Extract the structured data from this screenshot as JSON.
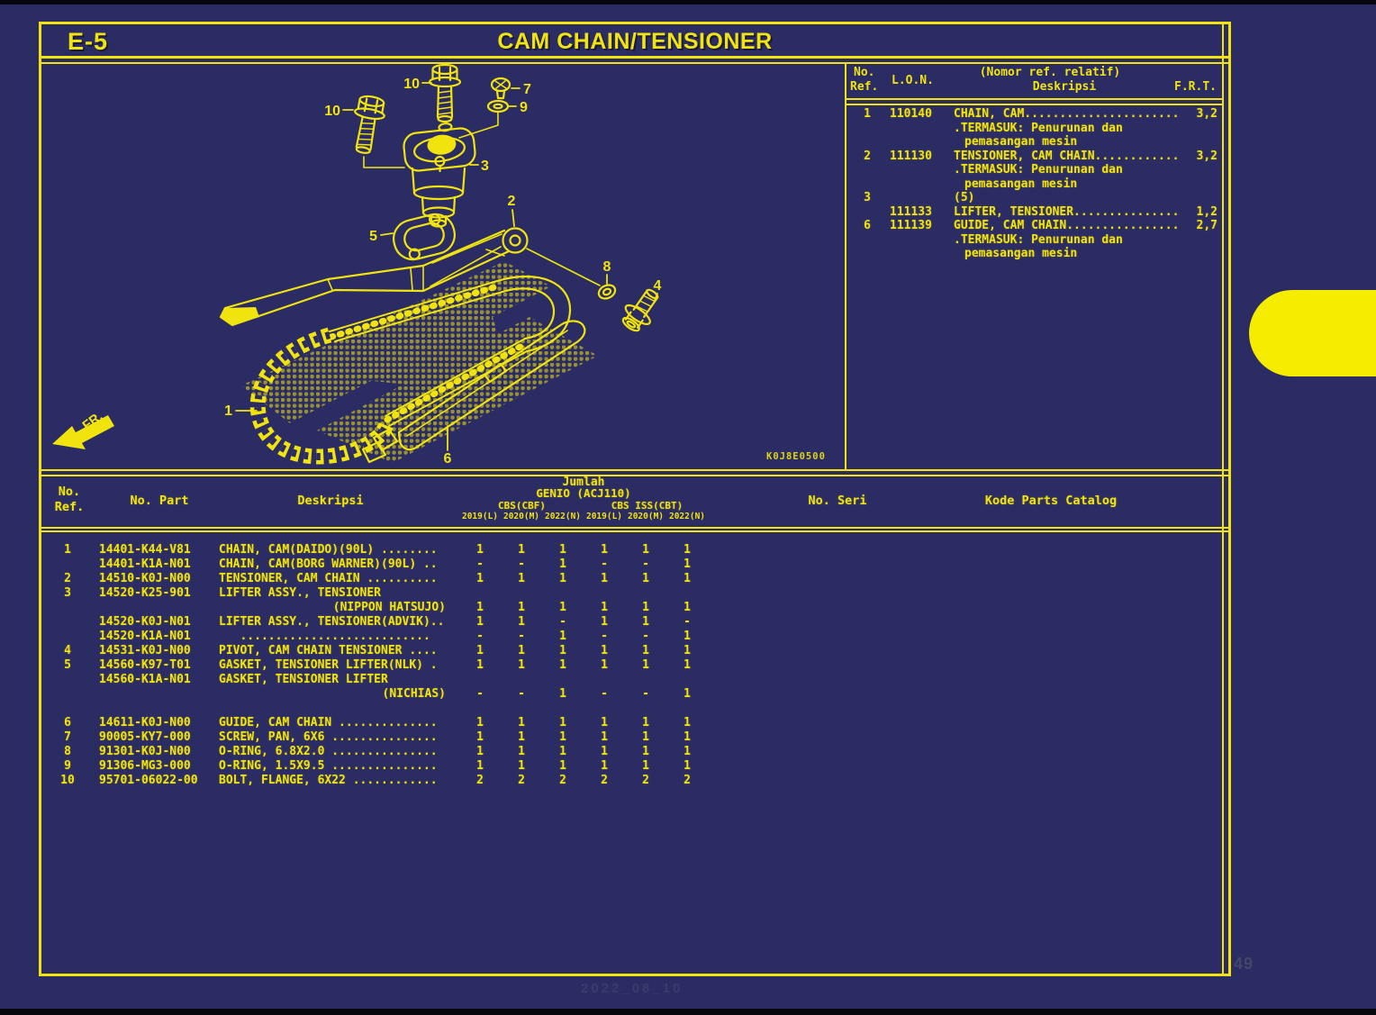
{
  "window": {
    "title_code": "E-5",
    "title": "CAM CHAIN/TENSIONER",
    "page_number": "49",
    "footer_watermark": "2022_08_10"
  },
  "colors": {
    "background": "#2b2c63",
    "line_yellow": "#f1e40e",
    "pill_yellow": "#f6ec00"
  },
  "diagram": {
    "code": "K0J8E0500",
    "fr_label": "FR.",
    "labels": {
      "bolt10_top": "10",
      "screw7": "7",
      "washer9": "9",
      "bolt10_left": "10",
      "lifter3": "3",
      "arm2": "2",
      "gasket5": "5",
      "oring8": "8",
      "bolt4": "4",
      "chain1": "1",
      "guide6": "6"
    }
  },
  "ref_table": {
    "header": {
      "no": "No.",
      "ref": "Ref.",
      "lon": "L.O.N.",
      "relative_note": "(Nomor ref. relatif)",
      "deskripsi": "Deskripsi",
      "frt": "F.R.T."
    },
    "rows": [
      {
        "ref": "1",
        "lon": "110140",
        "desc": "CHAIN, CAM......................",
        "frt": "3,2",
        "notes": [
          ".TERMASUK: Penurunan dan",
          "pemasangan mesin"
        ]
      },
      {
        "ref": "2",
        "lon": "111130",
        "desc": "TENSIONER, CAM CHAIN............",
        "frt": "3,2",
        "notes": [
          ".TERMASUK: Penurunan dan",
          "pemasangan mesin"
        ]
      },
      {
        "ref": "3",
        "lon": "",
        "desc": "(5)",
        "frt": "",
        "notes": []
      },
      {
        "ref": "",
        "lon": "111133",
        "desc": "LIFTER, TENSIONER...............",
        "frt": "1,2",
        "notes": []
      },
      {
        "ref": "6",
        "lon": "111139",
        "desc": "GUIDE, CAM CHAIN................",
        "frt": "2,7",
        "notes": [
          ".TERMASUK: Penurunan dan",
          "pemasangan mesin"
        ]
      }
    ]
  },
  "parts_table": {
    "header": {
      "no": "No.",
      "ref": "Ref.",
      "part": "No. Part",
      "deskripsi": "Deskripsi",
      "jumlah": "Jumlah",
      "model": "GENIO (ACJ110)",
      "group1": "CBS(CBF)",
      "group2": "CBS ISS(CBT)",
      "years": [
        "2019(L)",
        "2020(M)",
        "2022(N)",
        "2019(L)",
        "2020(M)",
        "2022(N)"
      ],
      "serial": "No. Seri",
      "catalog": "Kode Parts Catalog"
    },
    "rows": [
      {
        "ref": "1",
        "part": "14401-K44-V81",
        "desc": "CHAIN, CAM(DAIDO)(90L) ........",
        "qty": [
          "1",
          "1",
          "1",
          "1",
          "1",
          "1"
        ]
      },
      {
        "ref": "",
        "part": "14401-K1A-N01",
        "desc": "CHAIN, CAM(BORG WARNER)(90L) ..",
        "qty": [
          "-",
          "-",
          "1",
          "-",
          "-",
          "1"
        ]
      },
      {
        "ref": "2",
        "part": "14510-K0J-N00",
        "desc": "TENSIONER, CAM CHAIN ..........",
        "qty": [
          "1",
          "1",
          "1",
          "1",
          "1",
          "1"
        ]
      },
      {
        "ref": "3",
        "part": "14520-K25-901",
        "desc": "LIFTER ASSY., TENSIONER",
        "desc2": "(NIPPON HATSUJO)",
        "qty": [
          "1",
          "1",
          "1",
          "1",
          "1",
          "1"
        ]
      },
      {
        "ref": "",
        "part": "14520-K0J-N01",
        "desc": "LIFTER ASSY., TENSIONER(ADVIK)..",
        "qty": [
          "1",
          "1",
          "-",
          "1",
          "1",
          "-"
        ]
      },
      {
        "ref": "",
        "part": "14520-K1A-N01",
        "desc": "   ...........................",
        "qty": [
          "-",
          "-",
          "1",
          "-",
          "-",
          "1"
        ]
      },
      {
        "ref": "4",
        "part": "14531-K0J-N00",
        "desc": "PIVOT, CAM CHAIN TENSIONER ....",
        "qty": [
          "1",
          "1",
          "1",
          "1",
          "1",
          "1"
        ]
      },
      {
        "ref": "5",
        "part": "14560-K97-T01",
        "desc": "GASKET, TENSIONER LIFTER(NLK) .",
        "qty": [
          "1",
          "1",
          "1",
          "1",
          "1",
          "1"
        ]
      },
      {
        "ref": "",
        "part": "14560-K1A-N01",
        "desc": "GASKET, TENSIONER LIFTER",
        "desc2": "(NICHIAS)",
        "qty": [
          "-",
          "-",
          "1",
          "-",
          "-",
          "1"
        ],
        "gap_after": true
      },
      {
        "ref": "6",
        "part": "14611-K0J-N00",
        "desc": "GUIDE, CAM CHAIN ..............",
        "qty": [
          "1",
          "1",
          "1",
          "1",
          "1",
          "1"
        ]
      },
      {
        "ref": "7",
        "part": "90005-KY7-000",
        "desc": "SCREW, PAN, 6X6 ...............",
        "qty": [
          "1",
          "1",
          "1",
          "1",
          "1",
          "1"
        ]
      },
      {
        "ref": "8",
        "part": "91301-K0J-N00",
        "desc": "O-RING, 6.8X2.0 ...............",
        "qty": [
          "1",
          "1",
          "1",
          "1",
          "1",
          "1"
        ]
      },
      {
        "ref": "9",
        "part": "91306-MG3-000",
        "desc": "O-RING, 1.5X9.5 ...............",
        "qty": [
          "1",
          "1",
          "1",
          "1",
          "1",
          "1"
        ]
      },
      {
        "ref": "10",
        "part": "95701-06022-00",
        "desc": "BOLT, FLANGE, 6X22 ............",
        "qty": [
          "2",
          "2",
          "2",
          "2",
          "2",
          "2"
        ]
      }
    ]
  }
}
